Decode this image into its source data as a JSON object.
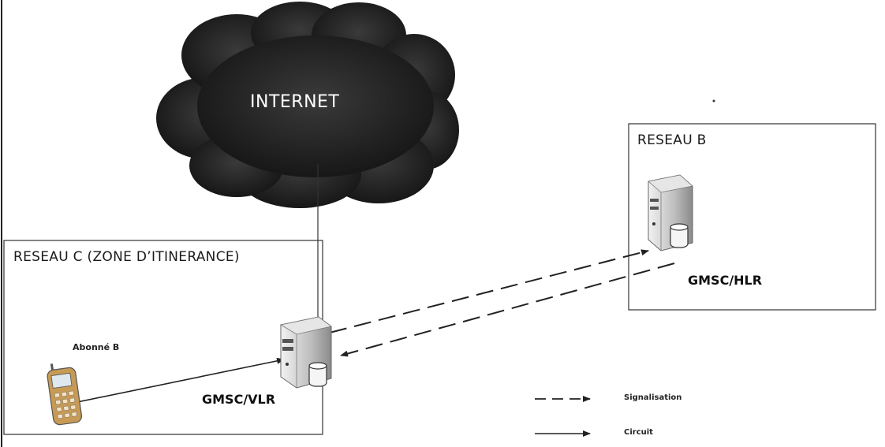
{
  "cloud": {
    "label": "INTERNET"
  },
  "network_b": {
    "title": "RESEAU B",
    "node_label": "GMSC/HLR"
  },
  "network_c": {
    "title": "RESEAU C (ZONE D’ITINERANCE)",
    "node_label": "GMSC/VLR"
  },
  "subscriber": {
    "label": "Abonné B"
  },
  "legend": {
    "signaling": "Signalisation",
    "circuit": "Circuit"
  },
  "colors": {
    "line": "#222222",
    "cloud": "#1c1c1c",
    "box": "#333333"
  }
}
